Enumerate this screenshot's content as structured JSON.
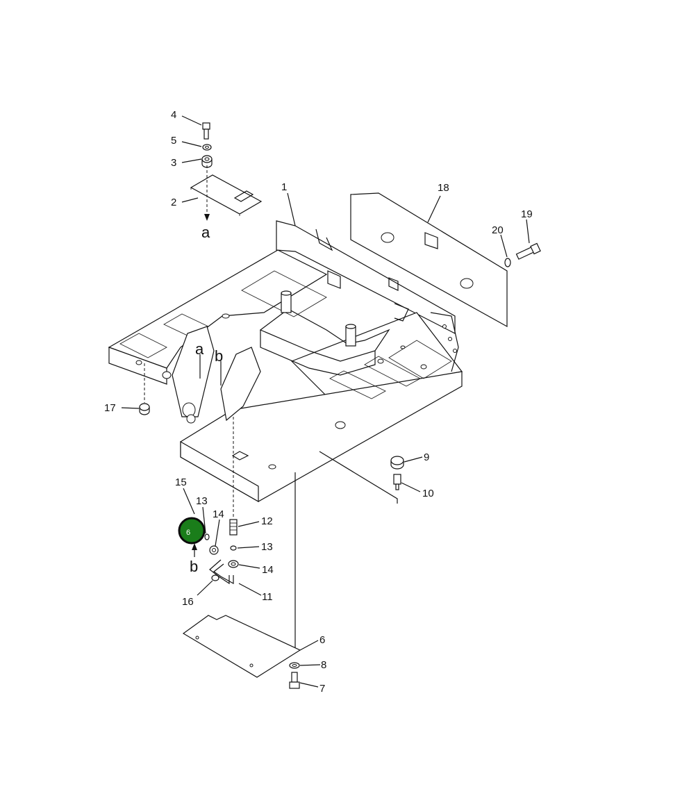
{
  "callouts": {
    "c1": "1",
    "c2": "2",
    "c3": "3",
    "c4": "4",
    "c5": "5",
    "c6": "6",
    "c7": "7",
    "c8": "8",
    "c9": "9",
    "c10": "10",
    "c11": "11",
    "c12": "12",
    "c13a": "13",
    "c13b": "13",
    "c14a": "14",
    "c14b": "14",
    "c15": "15",
    "c16": "16",
    "c17": "17",
    "c18": "18",
    "c19": "19",
    "c20": "20"
  },
  "detail_refs": {
    "a_top": "a",
    "a_frame": "a",
    "b_frame": "b",
    "b_bottom": "b"
  },
  "hotspot": {
    "label": "6",
    "color": "#1a7d1a"
  }
}
